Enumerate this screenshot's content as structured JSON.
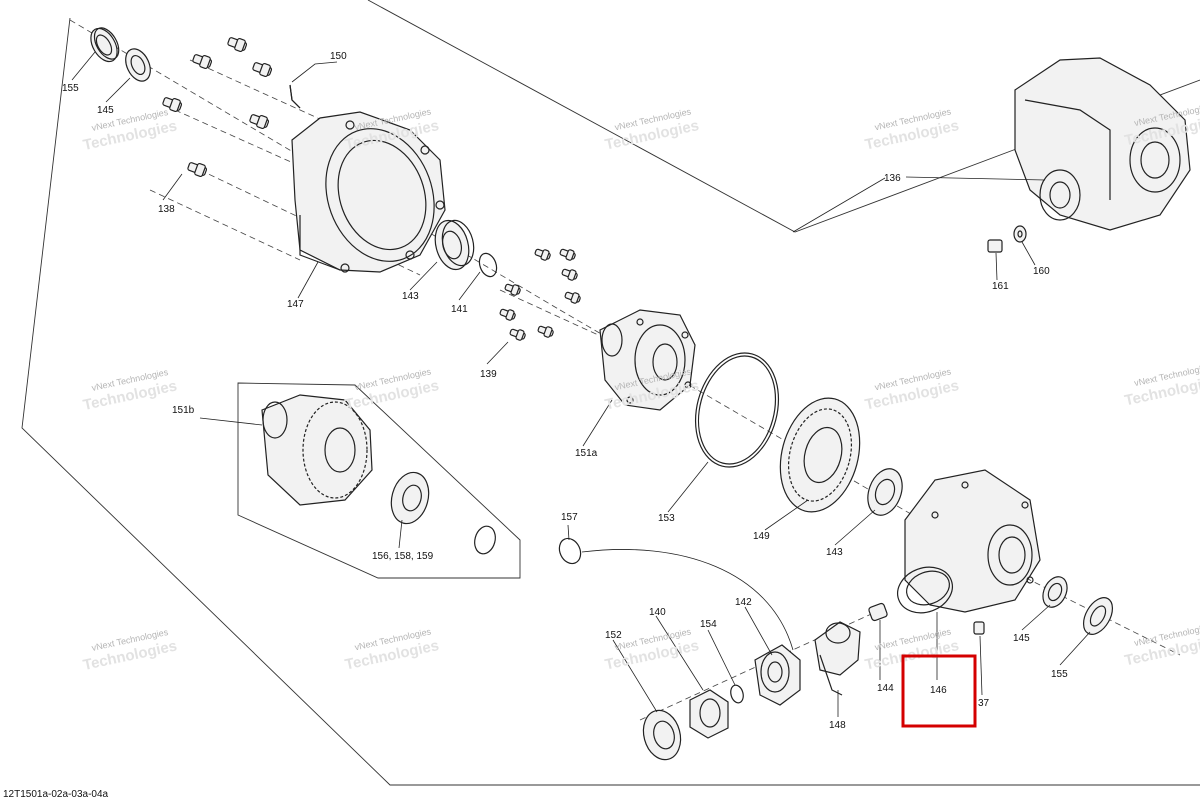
{
  "diagram_id": "12T1501a-02a-03a-04a",
  "watermark": {
    "line1": "vNext Technologies",
    "line2": "Technologies"
  },
  "callouts": {
    "c155a": "155",
    "c145a": "145",
    "c150": "150",
    "c138": "138",
    "c147": "147",
    "c143a": "143",
    "c141": "141",
    "c139": "139",
    "c151a": "151a",
    "c136": "136",
    "c161": "161",
    "c160": "160",
    "c151b": "151b",
    "c156": "156, 158, 159",
    "c153": "153",
    "c149": "149",
    "c143b": "143",
    "c157": "157",
    "c140": "140",
    "c142": "142",
    "c152": "152",
    "c154": "154",
    "c148": "148",
    "c144": "144",
    "c146": "146",
    "c37": "37",
    "c145b": "145",
    "c155b": "155"
  },
  "highlight": {
    "target": "146",
    "color": "#d40000"
  }
}
